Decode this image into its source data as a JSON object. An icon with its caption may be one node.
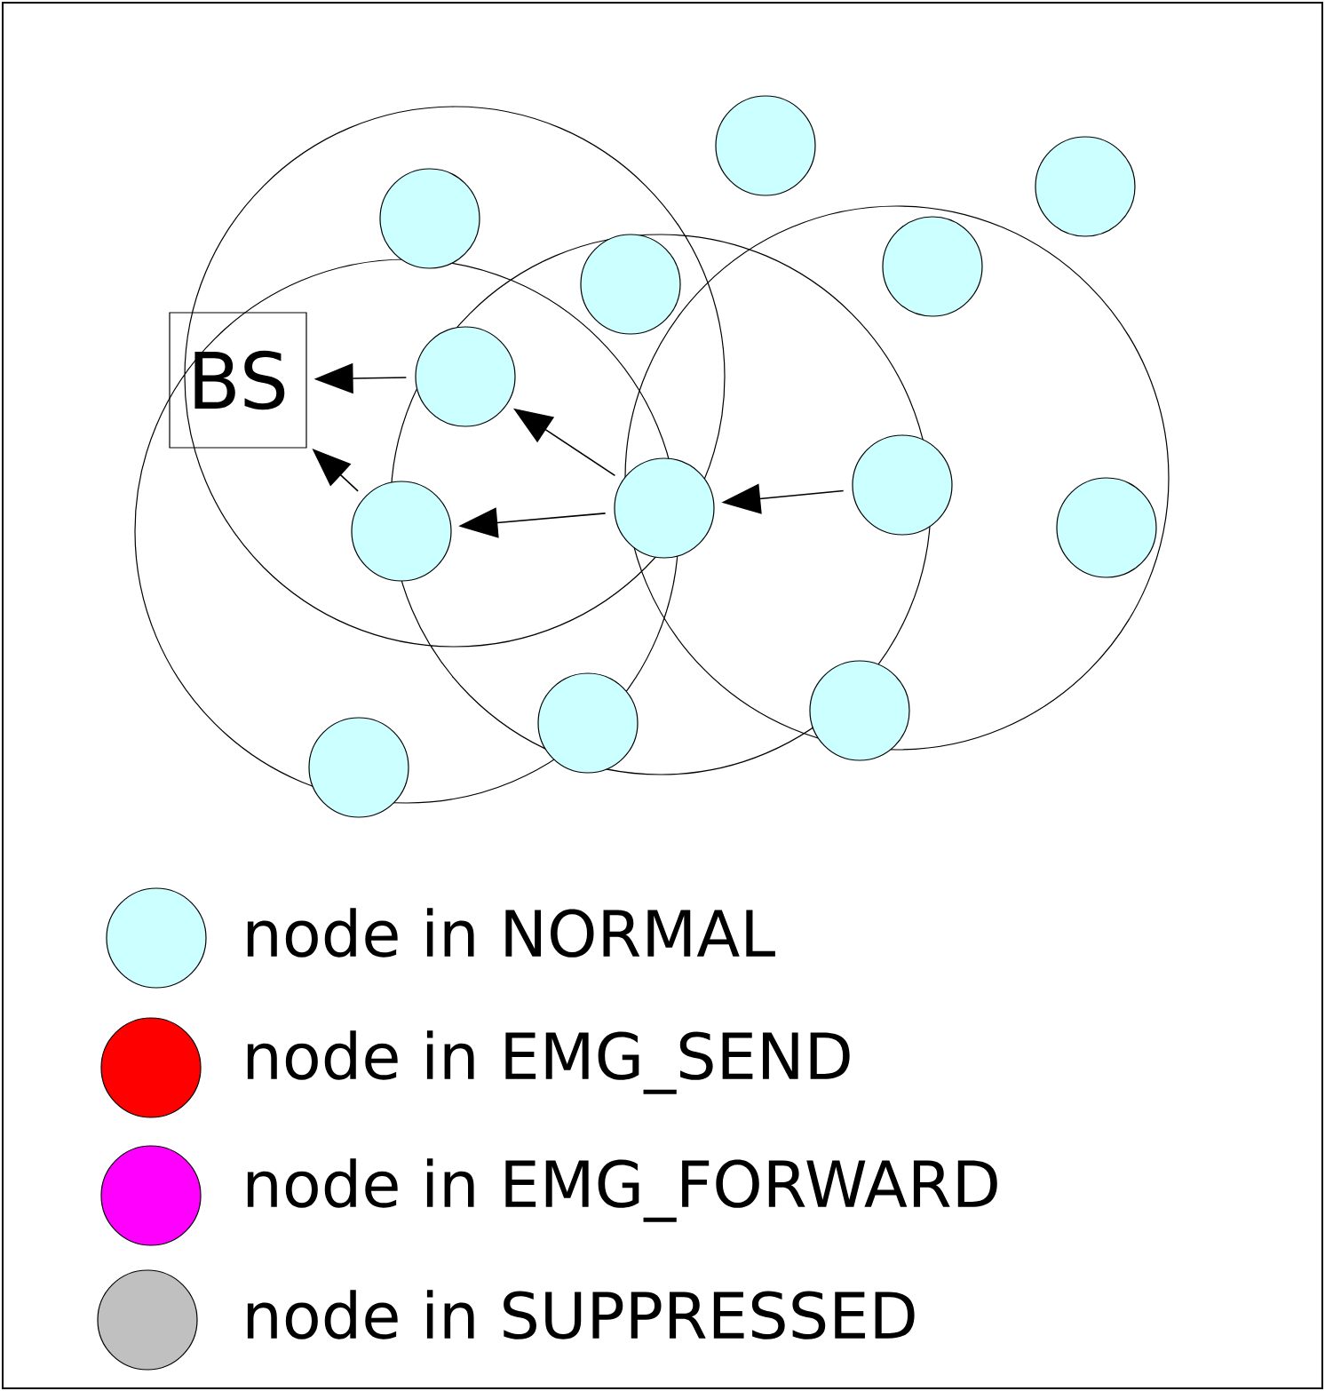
{
  "diagram": {
    "nodes": [
      {
        "text": [
          "BS"
        ]
      },
      {
        "text": [],
        "shape": "circle"
      },
      {
        "text": [],
        "shape": "circle"
      },
      {
        "text": [],
        "shape": "circle"
      },
      {
        "text": [],
        "shape": "circle"
      },
      {
        "text": [],
        "shape": "circle"
      },
      {
        "text": [],
        "shape": "circle"
      },
      {
        "text": [],
        "shape": "circle"
      },
      {
        "text": [],
        "shape": "circle"
      },
      {
        "text": [],
        "shape": "circle"
      },
      {
        "text": [],
        "shape": "circle"
      },
      {
        "text": [],
        "shape": "circle"
      },
      {
        "text": [],
        "shape": "circle"
      },
      {
        "text": [],
        "shape": "circle"
      }
    ],
    "edges": [
      {
        "from": 7,
        "to": 8,
        "arrow": "to"
      },
      {
        "from": 8,
        "to": 6,
        "arrow": "to"
      },
      {
        "from": 8,
        "to": 10,
        "arrow": "to"
      },
      {
        "from": 6,
        "to": 0,
        "arrow": "to"
      },
      {
        "from": 10,
        "to": 0,
        "arrow": "to"
      }
    ],
    "legend": [
      {
        "text": "node in NORMAL",
        "color": "#ccffff"
      },
      {
        "text": "node in EMG_SEND",
        "color": "#ff0000"
      },
      {
        "text": "node in EMG_FORWARD",
        "color": "#ff00ff"
      },
      {
        "text": "node in SUPPRESSED",
        "color": "#c0c0c0"
      }
    ]
  }
}
